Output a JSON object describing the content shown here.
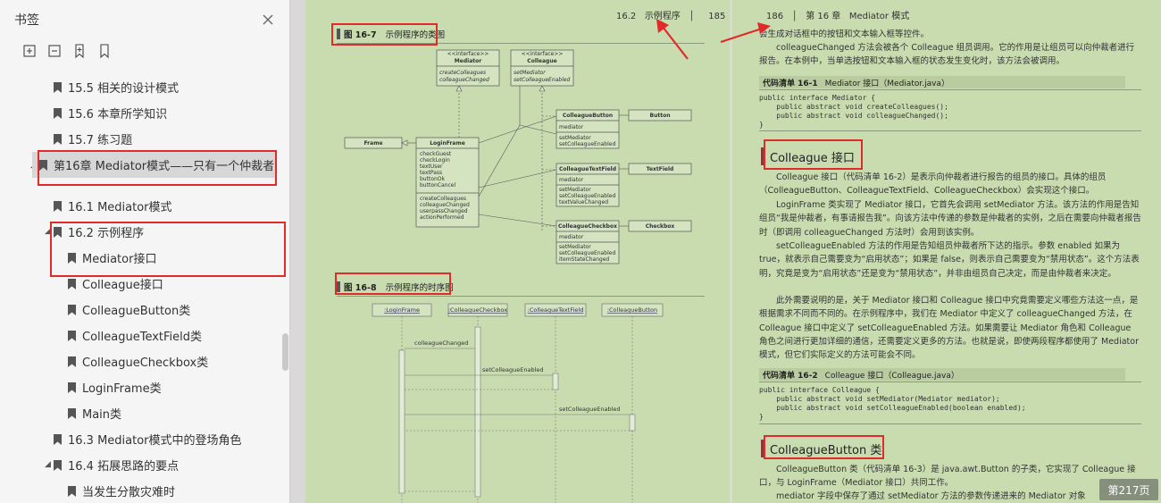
{
  "sidebar": {
    "title": "书签",
    "items": [
      {
        "label": "15.5 相关的设计模式"
      },
      {
        "label": "15.6 本章所学知识"
      },
      {
        "label": "15.7 练习题"
      },
      {
        "label": "第16章 Mediator模式——只有一个仲裁者"
      },
      {
        "label": "16.1 Mediator模式"
      },
      {
        "label": "16.2 示例程序"
      },
      {
        "label": "Mediator接口"
      },
      {
        "label": "Colleague接口"
      },
      {
        "label": "ColleagueButton类"
      },
      {
        "label": "ColleagueTextField类"
      },
      {
        "label": "ColleagueCheckbox类"
      },
      {
        "label": "LoginFrame类"
      },
      {
        "label": "Main类"
      },
      {
        "label": "16.3 Mediator模式中的登场角色"
      },
      {
        "label": "16.4 拓展思路的要点"
      },
      {
        "label": "当发生分散灾难时"
      }
    ]
  },
  "left_page": {
    "header_section": "16.2",
    "header_title": "示例程序",
    "header_page": "185",
    "fig1_label": "图 16-7",
    "fig1_title": "示例程序的类图",
    "fig2_label": "图 16-8",
    "fig2_title": "示例程序的时序图",
    "uml": {
      "interface_stereo": "<<interface>>",
      "mediator": "Mediator",
      "mediator_methods": [
        "createColleagues",
        "colleagueChanged"
      ],
      "colleague": "Colleague",
      "colleague_methods": [
        "setMediator",
        "setColleagueEnabled"
      ],
      "frame": "Frame",
      "loginframe": "LoginFrame",
      "loginframe_fields": [
        "checkGuest",
        "checkLogin",
        "textUser",
        "textPass",
        "buttonOk",
        "buttonCancel"
      ],
      "loginframe_methods": [
        "createColleagues",
        "colleagueChanged",
        "userpassChanged",
        "actionPerformed"
      ],
      "cbutton": "ColleagueButton",
      "cbutton_fields": [
        "mediator"
      ],
      "cbutton_methods": [
        "setMediator",
        "setColleagueEnabled"
      ],
      "button": "Button",
      "ctext": "ColleagueTextField",
      "ctext_fields": [
        "mediator"
      ],
      "ctext_methods": [
        "setMediator",
        "setColleagueEnabled",
        "textValueChanged"
      ],
      "textfield": "TextField",
      "ccheck": "ColleagueCheckbox",
      "ccheck_fields": [
        "mediator"
      ],
      "ccheck_methods": [
        "setMediator",
        "setColleagueEnabled",
        "itemStateChanged"
      ],
      "checkbox": "Checkbox"
    },
    "seq": {
      "lifelines": [
        ":LoginFrame",
        ":ColleagueCheckbox",
        ":ColleagueTextField",
        ":ColleagueButton"
      ],
      "msg1": "colleagueChanged",
      "msg2": "setColleagueEnabled",
      "msg3": "setColleagueEnabled"
    }
  },
  "right_page": {
    "header_page": "186",
    "header_chapter": "第 16 章",
    "header_title": "Mediator 模式",
    "p1": "会生成对话框中的按钮和文本输入框等控件。",
    "p2": "colleagueChanged 方法会被各个 Colleague 组员调用。它的作用是让组员可以向仲裁者进行报告。在本例中，当单选按钮和文本输入框的状态发生变化时，该方法会被调用。",
    "listing1_label": "代码清单 16-1",
    "listing1_title": "Mediator 接口（Mediator.java）",
    "code1": "public interface Mediator {\n    public abstract void createColleagues();\n    public abstract void colleagueChanged();\n}",
    "section1": "Colleague 接口",
    "p3": "Colleague 接口（代码清单 16-2）是表示向仲裁者进行报告的组员的接口。具体的组员（ColleagueButton、ColleagueTextField、ColleagueCheckbox）会实现这个接口。",
    "p4": "LoginFrame 类实现了 Mediator 接口，它首先会调用 setMediator 方法。该方法的作用是告知组员“我是仲裁者，有事请报告我”。向该方法中传递的参数是仲裁者的实例，之后在需要向仲裁者报告时（即调用 colleagueChanged 方法时）会用到该实例。",
    "p5": "setColleagueEnabled 方法的作用是告知组员仲裁者所下达的指示。参数 enabled 如果为 true，就表示自己需要变为“启用状态”；如果是 false，则表示自己需要变为“禁用状态”。这个方法表明，究竟是变为“启用状态”还是变为“禁用状态”，并非由组员自己决定，而是由仲裁者来决定。",
    "p6": "此外需要说明的是，关于 Mediator 接口和 Colleague 接口中究竟需要定义哪些方法这一点，是根据需求不同而不同的。在示例程序中，我们在 Mediator 中定义了 colleagueChanged 方法，在 Colleague 接口中定义了 setColleagueEnabled 方法。如果需要让 Mediator 角色和 Colleague 角色之间进行更加详细的通信，还需要定义更多的方法。也就是说，即使两段程序都使用了 Mediator 模式，但它们实际定义的方法可能会不同。",
    "listing2_label": "代码清单 16-2",
    "listing2_title": "Colleague 接口（Colleague.java）",
    "code2": "public interface Colleague {\n    public abstract void setMediator(Mediator mediator);\n    public abstract void setColleagueEnabled(boolean enabled);\n}",
    "section2": "ColleagueButton 类",
    "p7": "ColleagueButton 类（代码清单 16-3）是 java.awt.Button 的子类，它实现了 Colleague 接口，与 LoginFrame（Mediator 接口）共同工作。",
    "p8": "mediator 字段中保存了通过 setMediator 方法的参数传递进来的 Mediator 对象"
  },
  "page_indicator": "第217页",
  "colors": {
    "annotation_red": "#e12a2a",
    "page_bg": "#c8dcb0"
  }
}
